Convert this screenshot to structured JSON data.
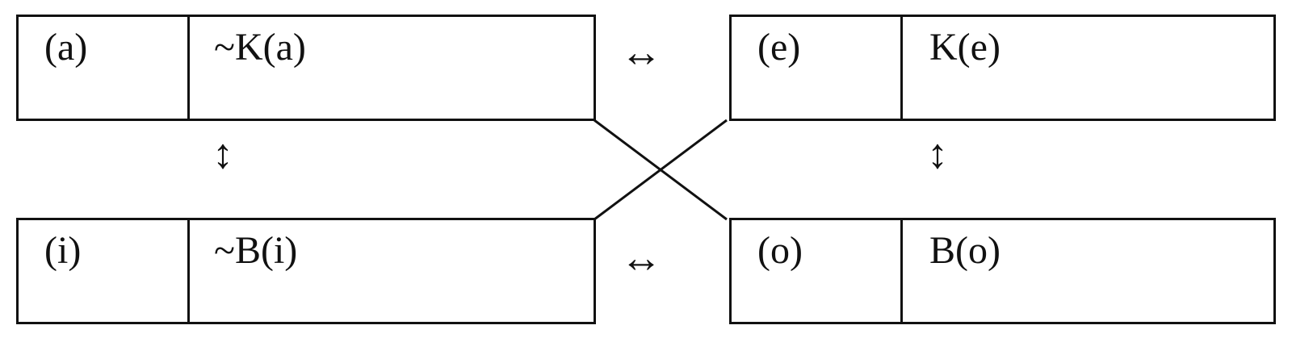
{
  "corners": {
    "a": {
      "id": "(a)",
      "formula": "~K(a)"
    },
    "e": {
      "id": "(e)",
      "formula": "K(e)"
    },
    "i": {
      "id": "(i)",
      "formula": "~B(i)"
    },
    "o": {
      "id": "(o)",
      "formula": "B(o)"
    }
  },
  "arrows": {
    "top_horizontal": "↔",
    "bottom_horizontal": "↔",
    "left_vertical": "↕",
    "right_vertical": "↕"
  },
  "colors": {
    "line": "#111111",
    "background": "#ffffff"
  }
}
